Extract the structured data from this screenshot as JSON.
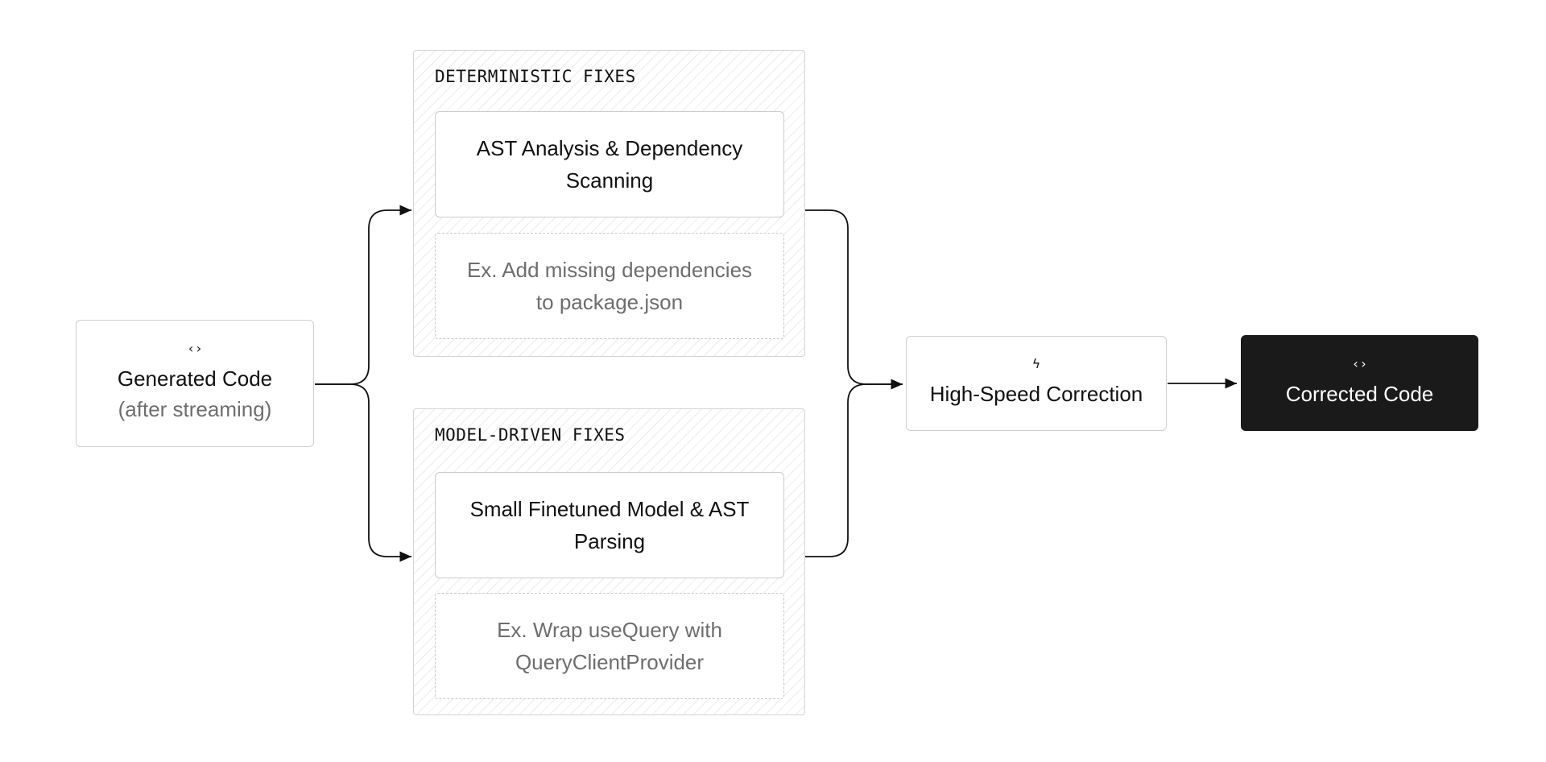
{
  "source": {
    "icon": "code-icon",
    "icon_glyph": "‹›",
    "title": "Generated Code",
    "subtitle": "(after streaming)"
  },
  "groups": [
    {
      "title": "DETERMINISTIC FIXES",
      "step": "AST Analysis & Dependency Scanning",
      "example": "Ex. Add missing dependencies to package.json"
    },
    {
      "title": "MODEL-DRIVEN FIXES",
      "step": "Small Finetuned Model & AST Parsing",
      "example": "Ex. Wrap useQuery with QueryClientProvider"
    }
  ],
  "correction": {
    "icon": "lightning-icon",
    "icon_glyph": "ϟ",
    "title": "High-Speed Correction"
  },
  "output": {
    "icon": "code-icon",
    "icon_glyph": "‹›",
    "title": "Corrected Code"
  },
  "colors": {
    "dark_node": "#1a1a1a",
    "border": "#cfcfcf",
    "muted_text": "#6e6e6e"
  }
}
